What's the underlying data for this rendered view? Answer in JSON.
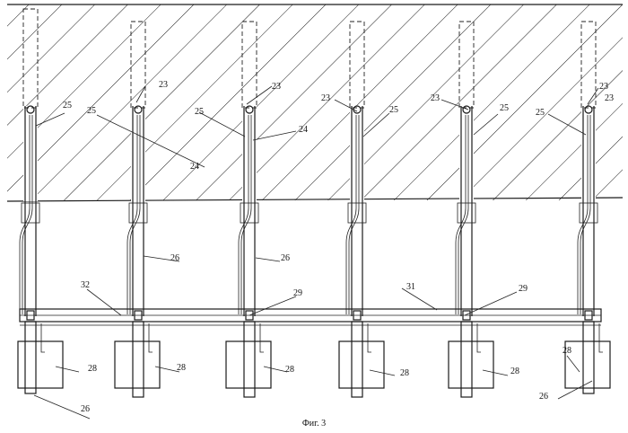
{
  "figure": {
    "caption": "Фиг. 3",
    "colors": {
      "ink": "#1a1a1a",
      "paper": "#ffffff"
    }
  },
  "labels": {
    "l23a": "23",
    "l23b": "23",
    "l23c": "23",
    "l23d": "23",
    "l23e": "23",
    "l23f": "23",
    "l25a": "25",
    "l25b": "25",
    "l25c": "25",
    "l25d": "25",
    "l25e": "25",
    "l25f": "25",
    "l24a": "24",
    "l24b": "24",
    "l26a": "26",
    "l26b": "26",
    "l26c": "26",
    "l26d": "26",
    "l32": "32",
    "l29a": "29",
    "l31": "31",
    "l29b": "29",
    "l28a": "28",
    "l28b": "28",
    "l28c": "28",
    "l28d": "28",
    "l28e": "28",
    "l28f": "28"
  }
}
